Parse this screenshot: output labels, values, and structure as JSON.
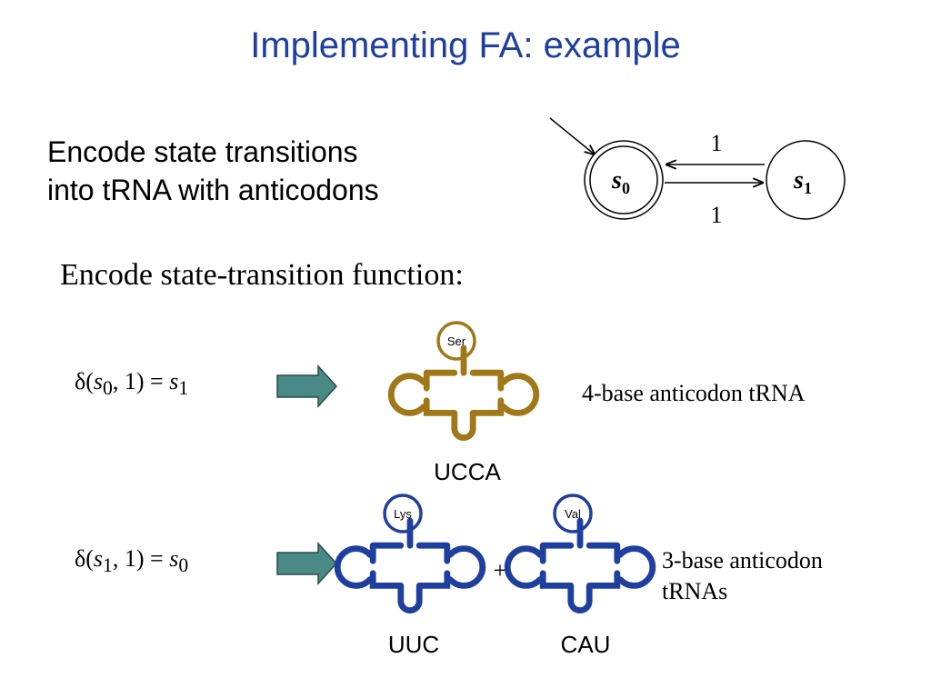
{
  "title": "Implementing FA: example",
  "intro": {
    "line1": "Encode state transitions",
    "line2": "into tRNA with anticodons"
  },
  "automaton": {
    "states": [
      {
        "name": "s",
        "sub": "0",
        "accepting": true,
        "initial": true
      },
      {
        "name": "s",
        "sub": "1",
        "accepting": false,
        "initial": false
      }
    ],
    "transition_top_label": "1",
    "transition_bottom_label": "1"
  },
  "subtitle": "Encode state-transition function:",
  "rules": [
    {
      "delta": "δ(",
      "from_state": "s",
      "from_sub": "0",
      "input": ", 1) = ",
      "to_state": "s",
      "to_sub": "1",
      "description": "4-base anticodon tRNA"
    },
    {
      "delta": "δ(",
      "from_state": "s",
      "from_sub": "1",
      "input": ", 1) = ",
      "to_state": "s",
      "to_sub": "0",
      "description_line1": "3-base anticodon",
      "description_line2": "tRNAs"
    }
  ],
  "trnas": [
    {
      "amino_acid": "Ser",
      "anticodon": "UCCA",
      "color": "#a07818"
    },
    {
      "amino_acid": "Lys",
      "anticodon": "UUC",
      "color": "#1f3f9f"
    },
    {
      "amino_acid": "Val",
      "anticodon": "CAU",
      "color": "#1f3f9f"
    }
  ],
  "plus_sign": "+",
  "colors": {
    "title": "#1f3f9f",
    "arrow_fill": "#4a8a86",
    "arrow_stroke": "#2a4a48"
  }
}
